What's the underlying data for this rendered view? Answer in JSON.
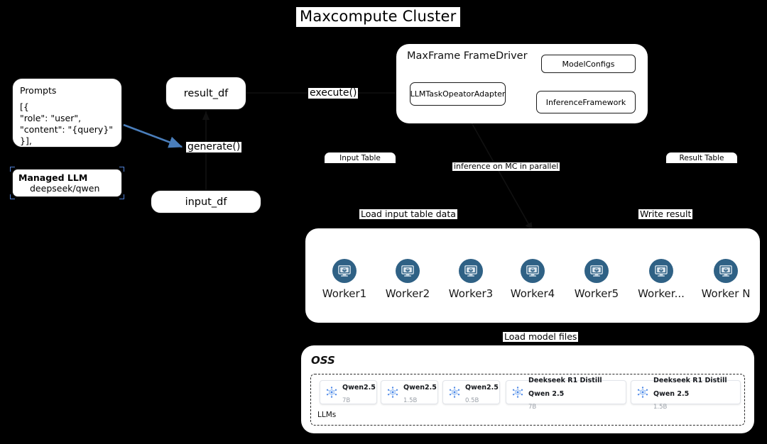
{
  "title": "Maxcompute Cluster",
  "left_panel": {
    "prompts": {
      "heading": "Prompts",
      "code": "[{\n\"role\": \"user\",\n\"content\": \"{query}\"\n}],"
    },
    "managed_llm": {
      "heading": "Managed LLM",
      "value": "deepseek/qwen"
    }
  },
  "flow": {
    "result_df": "result_df",
    "input_df": "input_df",
    "generate_label": "generate()",
    "execute_label": "execute()"
  },
  "framedriver": {
    "title": "MaxFrame FrameDriver",
    "adapter": "LLMTaskOpeatorAdapter",
    "model_configs": "ModelConfigs",
    "inference_framework": "InferenceFramework"
  },
  "tables": {
    "input_table": "Input Table",
    "result_table": "Result Table"
  },
  "edge_labels": {
    "inference": "inference on MC in parallel",
    "load_input": "Load input table data",
    "write_result": "Write result",
    "load_model": "Load model files"
  },
  "workers": [
    {
      "name": "Worker1"
    },
    {
      "name": "Worker2"
    },
    {
      "name": "Worker3"
    },
    {
      "name": "Worker4"
    },
    {
      "name": "Worker5"
    },
    {
      "name": "Worker..."
    },
    {
      "name": "Worker N"
    }
  ],
  "oss": {
    "title": "OSS",
    "group_label": "LLMs",
    "models": [
      {
        "name": "Qwen2.5",
        "size": "7B"
      },
      {
        "name": "Qwen2.5",
        "size": "1.5B"
      },
      {
        "name": "Qwen2.5",
        "size": "0.5B"
      },
      {
        "name": "Deekseek R1 Distill Qwen 2.5",
        "size": "7B"
      },
      {
        "name": "Deekseek R1 Distill Qwen 2.5",
        "size": "1.5B"
      }
    ]
  },
  "colors": {
    "background": "#000000",
    "surface": "#ffffff",
    "stroke": "#1a1a1a",
    "worker_icon": "#2f6185",
    "model_icon": "#4a86e8",
    "selection_handle": "#4f7fd4",
    "blue_arrow": "#4a7ebb"
  }
}
